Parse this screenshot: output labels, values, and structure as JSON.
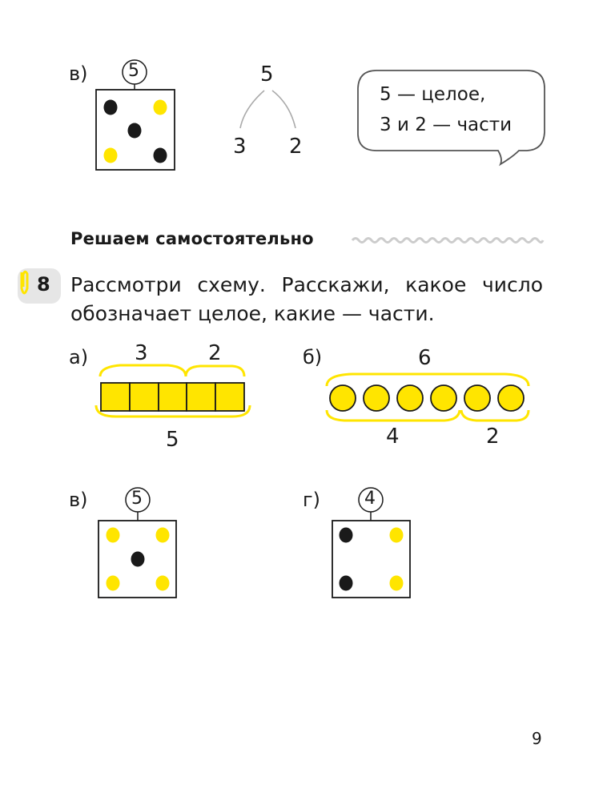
{
  "top_example": {
    "label": "в)",
    "circle_number": "5",
    "dots": [
      "black",
      "yellow",
      "black",
      "yellow",
      "black"
    ],
    "tree": {
      "whole": "5",
      "part_left": "3",
      "part_right": "2"
    },
    "bubble": {
      "line1": "5 — целое,",
      "line2": "3 и 2 — части"
    }
  },
  "section_heading": "Решаем самостоятельно",
  "task": {
    "number": "8",
    "line1": "Рассмотри схему. Расскажи, какое число",
    "line2": "обозначает целое, какие — части."
  },
  "scheme_a": {
    "label": "а)",
    "part1": "3",
    "part2": "2",
    "whole": "5",
    "cells": 5
  },
  "scheme_b": {
    "label": "б)",
    "whole": "6",
    "part1": "4",
    "part2": "2",
    "circles": 6
  },
  "scheme_v": {
    "label": "в)",
    "circle_number": "5",
    "dots": [
      "yellow",
      "yellow",
      "black",
      "yellow",
      "yellow"
    ]
  },
  "scheme_g": {
    "label": "г)",
    "circle_number": "4",
    "dots": [
      "black",
      "yellow",
      "black",
      "yellow"
    ]
  },
  "page_number": "9",
  "colors": {
    "yellow": "#ffe500",
    "black": "#1a1a1a",
    "badge_gray": "#e6e6e6",
    "wave_gray": "#cccccc",
    "tree_gray": "#aaaaaa"
  }
}
